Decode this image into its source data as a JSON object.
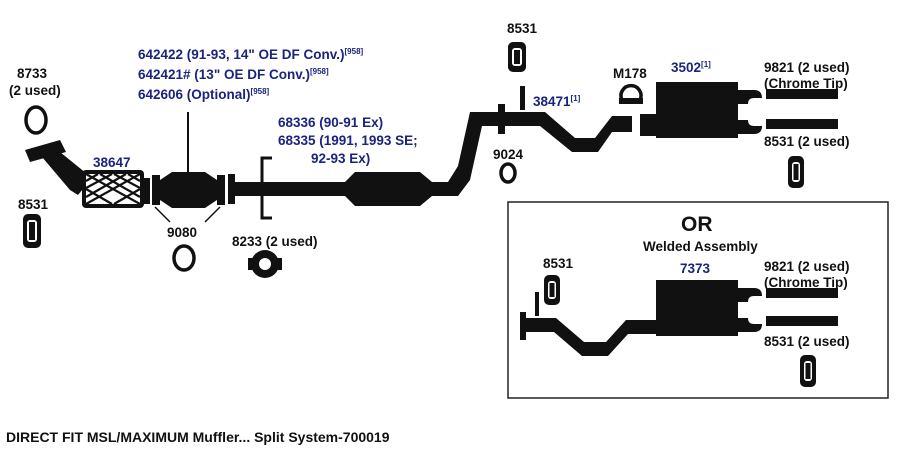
{
  "colors": {
    "part_fill": "#111111",
    "label_black": "#111111",
    "label_blue": "#1a237e",
    "frame": "#222222"
  },
  "labels": {
    "p8733": "8733",
    "p8733_qty": "(2 used)",
    "p8531_left": "8531",
    "p38647": "38647",
    "p9080": "9080",
    "p642422": "642422 (91-93, 14\" OE DF Conv.)",
    "p642422_sup": "[958]",
    "p642421": "642421# (13\" OE DF Conv.)",
    "p642421_sup": "[958]",
    "p642606": "642606 (Optional)",
    "p642606_sup": "[958]",
    "p8233": "8233 (2 used)",
    "p68336": "68336 (90-91 Ex)",
    "p68335": "68335 (1991, 1993 SE;",
    "p68335_b": "92-93 Ex)",
    "p8531_top": "8531",
    "p38471": "38471",
    "p38471_sup": "[1]",
    "p9024": "9024",
    "pM178": "M178",
    "p3502": "3502",
    "p3502_sup": "[1]",
    "p9821": "9821 (2 used)",
    "p9821_tip": "(Chrome Tip)",
    "p8531_right": "8531 (2 used)"
  },
  "alternate": {
    "or_label": "OR",
    "subtitle": "Welded Assembly",
    "p8531": "8531",
    "p7373": "7373",
    "p9821": "9821 (2 used)",
    "p9821_tip": "(Chrome Tip)",
    "p8531_qty": "8531 (2 used)"
  },
  "caption": "DIRECT FIT MSL/MAXIMUM Muffler... Split System-700019"
}
